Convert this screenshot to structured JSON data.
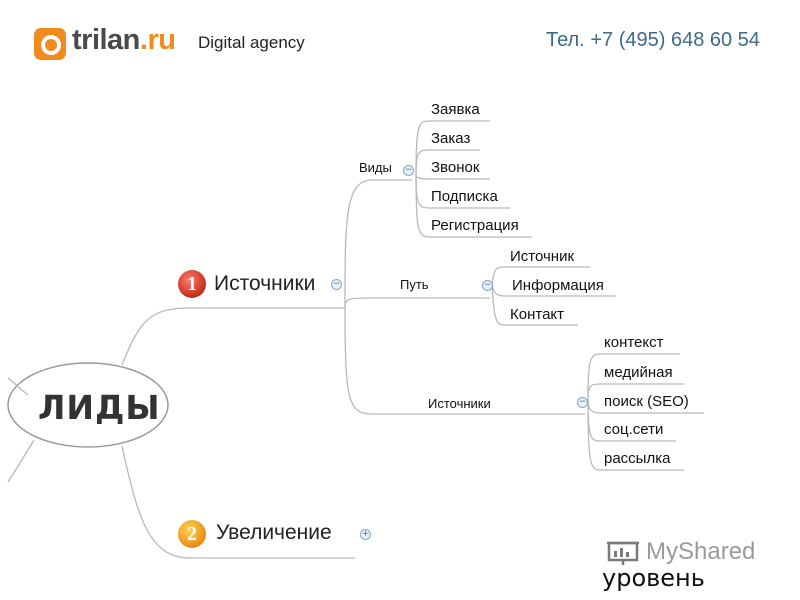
{
  "header": {
    "logo_main": "trilan",
    "logo_tld": ".ru",
    "tagline": "Digital agency",
    "phone": "Тел. +7 (495) 648 60 54"
  },
  "mindmap": {
    "root": "ЛИДЫ",
    "branch1": {
      "number": "1",
      "label": "Источники",
      "groups": {
        "vidy": {
          "label": "Виды",
          "items": [
            "Заявка",
            "Заказ",
            "Звонок",
            "Подписка",
            "Регистрация"
          ]
        },
        "put": {
          "label": "Путь",
          "items": [
            "Источник",
            "Информация",
            "Контакт"
          ]
        },
        "istochniki": {
          "label": "Источники",
          "items": [
            "контекст",
            "медийная",
            "поиск (SEO)",
            "соц.сети",
            "рассылка"
          ]
        }
      }
    },
    "branch2": {
      "number": "2",
      "label": "Увеличение"
    }
  },
  "icons": {
    "collapse": "minus-circle-icon",
    "expand": "plus-circle-icon"
  },
  "colors": {
    "brand_orange": "#f28a1e",
    "phone_blue": "#3d6a8c",
    "badge_red": "#c42d1b",
    "badge_orange": "#e88d12"
  },
  "watermark": {
    "brand": "MyShared",
    "word": "уровень"
  }
}
